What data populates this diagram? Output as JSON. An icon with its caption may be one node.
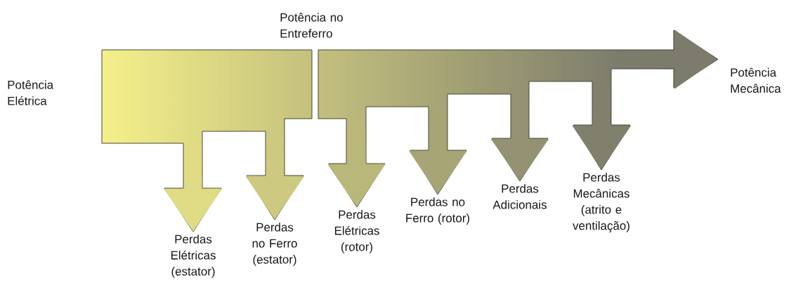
{
  "diagram": {
    "nodes": [
      {
        "text": [
          "Potência Mecânica"
        ]
      },
      {
        "text": [
          "Perdas Elétricas (estator)"
        ]
      },
      {
        "text": [
          "Perdas no Ferro (estator)"
        ]
      },
      {
        "text": [
          "Perdas Elétricas (rotor)"
        ]
      },
      {
        "text": [
          "Perdas no Ferro (rotor)"
        ]
      },
      {
        "text": [
          "Perdas Adicionais"
        ]
      },
      {
        "text": [
          "Perdas Mecânicas (atrito e ventilação)"
        ]
      }
    ],
    "edges": [
      {
        "from": null,
        "to": 0,
        "arrow": "to",
        "color": "#7d7c6c"
      },
      {
        "from": null,
        "to": 1,
        "arrow": "to",
        "color": "#e0dc85"
      },
      {
        "from": null,
        "to": 2,
        "arrow": "to",
        "color": "#cdc980"
      },
      {
        "from": null,
        "to": 3,
        "arrow": "to",
        "color": "#bab77b"
      },
      {
        "from": null,
        "to": 4,
        "arrow": "to",
        "color": "#a7a576"
      },
      {
        "from": null,
        "to": 5,
        "arrow": "to",
        "color": "#949272"
      },
      {
        "from": null,
        "to": 6,
        "arrow": "to",
        "color": "#81806d"
      }
    ],
    "labels": [
      "Potência no Entreferro",
      "Potência Elétrica"
    ]
  }
}
